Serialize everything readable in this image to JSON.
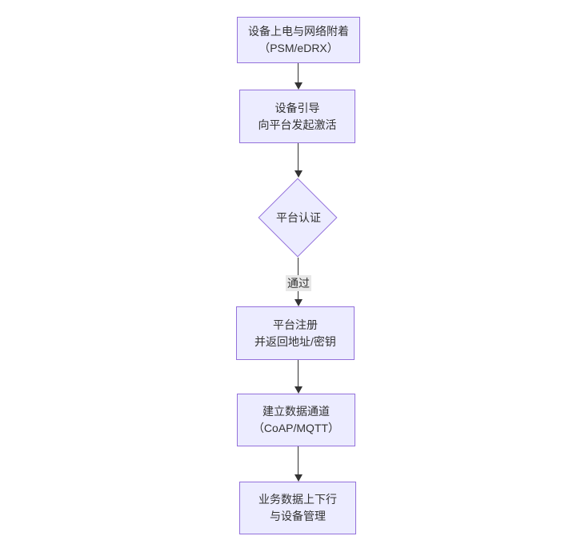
{
  "diagram": {
    "type": "flowchart-top-down",
    "background": "#ffffff",
    "theme": {
      "node_fill": "#ECECFF",
      "node_border": "#9370DB",
      "text_color": "#333333",
      "edge_color": "#333333",
      "edge_label_bg": "#e8e8e8"
    },
    "nodes": {
      "power_attach": {
        "shape": "rect",
        "lines": [
          "设备上电与网络附着",
          "（PSM/eDRX）"
        ]
      },
      "bootstrap": {
        "shape": "rect",
        "lines": [
          "设备引导",
          "向平台发起激活"
        ]
      },
      "auth": {
        "shape": "diamond",
        "label": "平台认证"
      },
      "register": {
        "shape": "rect",
        "lines": [
          "平台注册",
          "并返回地址/密钥"
        ]
      },
      "channel": {
        "shape": "rect",
        "lines": [
          "建立数据通道",
          "（CoAP/MQTT）"
        ]
      },
      "business": {
        "shape": "rect",
        "lines": [
          "业务数据上下行",
          "与设备管理"
        ]
      }
    },
    "edges": [
      {
        "from": "power_attach",
        "to": "bootstrap",
        "label": ""
      },
      {
        "from": "bootstrap",
        "to": "auth",
        "label": ""
      },
      {
        "from": "auth",
        "to": "register",
        "label": "通过"
      },
      {
        "from": "register",
        "to": "channel",
        "label": ""
      },
      {
        "from": "channel",
        "to": "business",
        "label": ""
      }
    ]
  }
}
